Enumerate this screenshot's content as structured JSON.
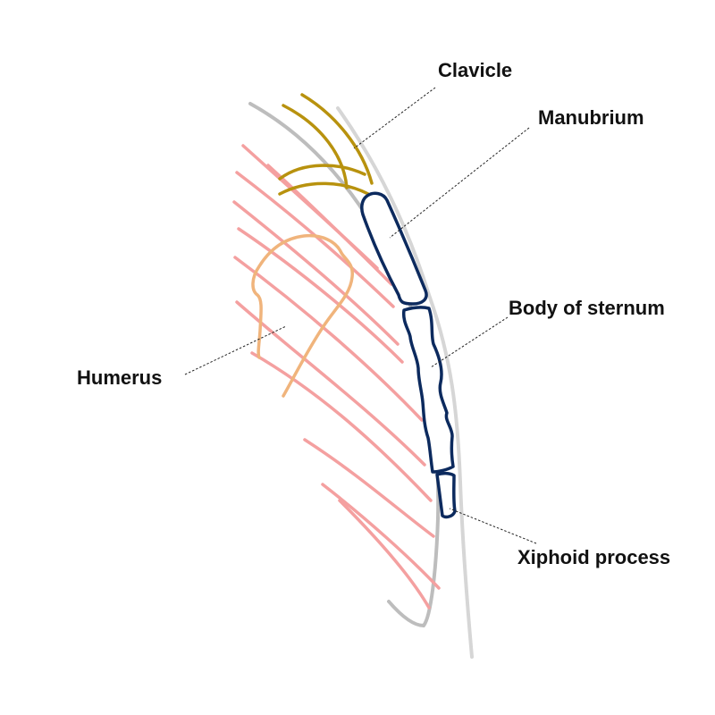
{
  "labels": {
    "clavicle": "Clavicle",
    "manubrium": "Manubrium",
    "body_of_sternum": "Body of sternum",
    "humerus": "Humerus",
    "xiphoid_process": "Xiphoid process"
  },
  "colors": {
    "ribs": "#f4a0a0",
    "clavicle": "#b8920e",
    "humerus": "#f0b47c",
    "sternum_outline": "#0c2a5e",
    "body_outline_inner": "#bdbdbd",
    "body_outline_outer": "#d6d6d6",
    "leader_line": "#222222",
    "label_text": "#111111"
  }
}
